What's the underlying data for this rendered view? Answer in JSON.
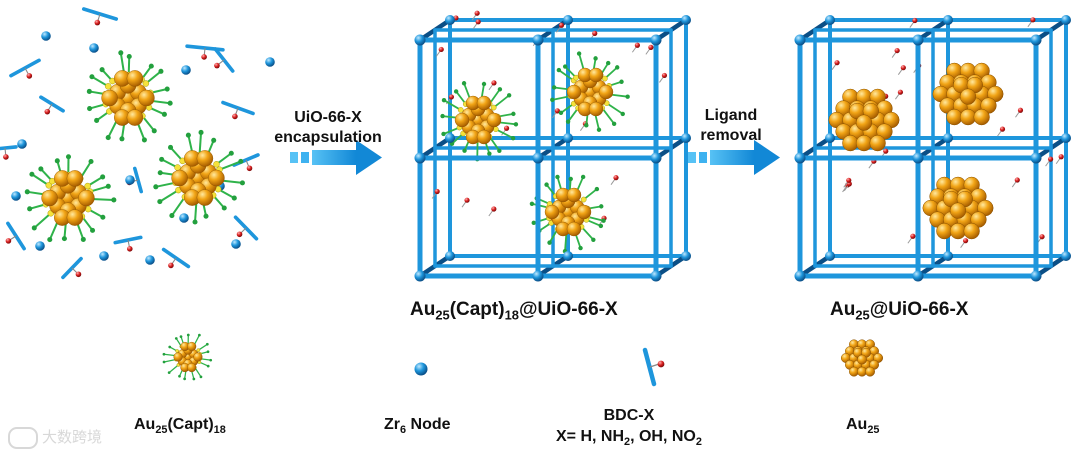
{
  "steps": {
    "encapsulation": {
      "line1": "UiO-66-X",
      "line2": "encapsulation"
    },
    "removal": {
      "line1": "Ligand",
      "line2": "removal"
    }
  },
  "labels": {
    "mid": {
      "base": "Au",
      "s1": "25",
      "mid": "(Capt)",
      "s2": "18",
      "end": "@UiO-66-X"
    },
    "right": {
      "base": "Au",
      "s1": "25",
      "end": "@UiO-66-X"
    }
  },
  "legend": {
    "cluster": {
      "base": "Au",
      "s1": "25",
      "mid": "(Capt)",
      "s2": "18"
    },
    "node": {
      "base": "Zr",
      "s1": "6",
      "end": " Node"
    },
    "linker": {
      "line1": "BDC-X",
      "line2_a": "X= H, NH",
      "s1": "2",
      "line2_b": ", OH, NO",
      "s2": "2"
    },
    "gold": {
      "base": "Au",
      "s1": "25"
    }
  },
  "watermark": "大数跨境",
  "colors": {
    "framework": "#1e96dc",
    "frameworkDark": "#0b4f86",
    "gold": "#f2a516",
    "goldDark": "#b86d00",
    "ligand": "#2fb34a",
    "sulfur": "#f5e23a",
    "oxygen": "#d81e1e",
    "arrow": "#1ea4ec"
  }
}
